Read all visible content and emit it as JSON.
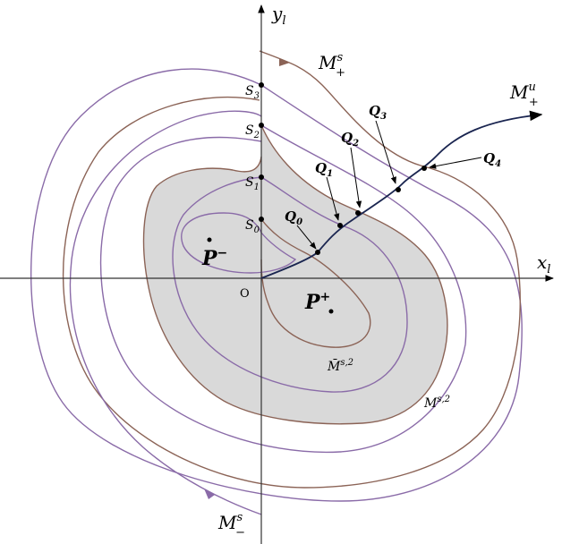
{
  "axes": {
    "x": {
      "base": "x",
      "sub": "l"
    },
    "y": {
      "base": "y",
      "sub": "l"
    }
  },
  "origin_label": "O",
  "manifolds": {
    "stable_plus": {
      "base": "M",
      "sup": "s",
      "sub": "+"
    },
    "stable_minus": {
      "base": "M",
      "sup": "s",
      "sub": "−"
    },
    "unstable_plus": {
      "base": "M",
      "sup": "u",
      "sub": "+"
    },
    "ms2": {
      "base": "M",
      "sup": "s,2"
    },
    "mbar_s2": {
      "base": "M̄",
      "sup": "s,2"
    }
  },
  "equilibria": {
    "p_minus": {
      "base": "P",
      "sup": "−"
    },
    "p_plus": {
      "base": "P",
      "sup": "+"
    }
  },
  "s_points": [
    {
      "base": "S",
      "sub": "0"
    },
    {
      "base": "S",
      "sub": "1"
    },
    {
      "base": "S",
      "sub": "2"
    },
    {
      "base": "S",
      "sub": "3"
    }
  ],
  "q_points": [
    {
      "base": "Q",
      "sub": "0"
    },
    {
      "base": "Q",
      "sub": "1"
    },
    {
      "base": "Q",
      "sub": "2"
    },
    {
      "base": "Q",
      "sub": "3"
    },
    {
      "base": "Q",
      "sub": "4"
    }
  ],
  "colors": {
    "purple_orbit": "#8a6ba8",
    "brown_orbit": "#8b6356",
    "region_fill": "#d9d9d9",
    "unstable_curve": "#1a2550",
    "axis": "#333333"
  }
}
